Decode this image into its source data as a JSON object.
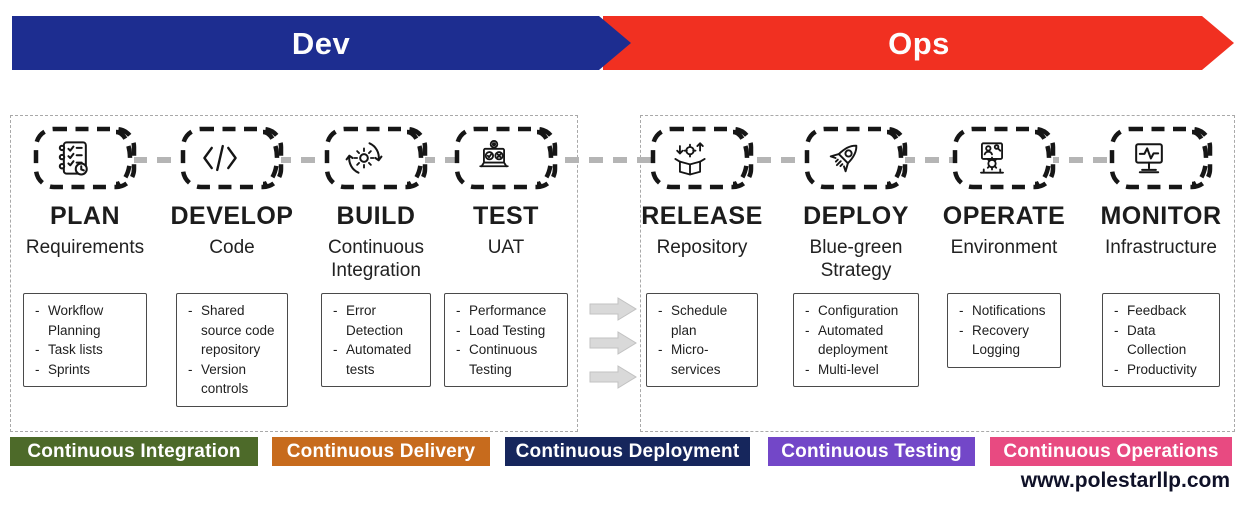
{
  "banner": {
    "dev_label": "Dev",
    "ops_label": "Ops",
    "dev_color": "#1d2d90",
    "ops_color": "#f13021"
  },
  "stages": [
    {
      "name": "PLAN",
      "subtitle": "Requirements",
      "icon": "checklist-icon",
      "bullets": [
        "Workflow Planning",
        "Task lists",
        "Sprints"
      ]
    },
    {
      "name": "DEVELOP",
      "subtitle": "Code",
      "icon": "code-icon",
      "bullets": [
        "Shared source code repository",
        "Version controls"
      ]
    },
    {
      "name": "BUILD",
      "subtitle": "Continuous Integration",
      "icon": "gear-cycle-icon",
      "bullets": [
        "Error Detection",
        "Automated tests"
      ]
    },
    {
      "name": "TEST",
      "subtitle": "UAT",
      "icon": "laptop-test-icon",
      "bullets": [
        "Performance",
        "Load Testing",
        "Continuous Testing"
      ]
    },
    {
      "name": "RELEASE",
      "subtitle": "Repository",
      "icon": "package-gear-icon",
      "bullets": [
        "Schedule plan",
        "Micro-services"
      ]
    },
    {
      "name": "DEPLOY",
      "subtitle": "Blue-green Strategy",
      "icon": "rocket-icon",
      "bullets": [
        "Configuration",
        "Automated deployment",
        "Multi-level"
      ]
    },
    {
      "name": "OPERATE",
      "subtitle": "Environment",
      "icon": "maintenance-icon",
      "bullets": [
        "Notifications",
        "Recovery Logging"
      ]
    },
    {
      "name": "MONITOR",
      "subtitle": "Infrastructure",
      "icon": "monitor-pulse-icon",
      "bullets": [
        "Feedback",
        "Data Collection",
        "Productivity"
      ]
    }
  ],
  "practices": [
    {
      "label": "Continuous Integration",
      "color": "#4d6a29"
    },
    {
      "label": "Continuous Delivery",
      "color": "#c76b1d"
    },
    {
      "label": "Continuous Deployment",
      "color": "#16265c"
    },
    {
      "label": "Continuous Testing",
      "color": "#7347c8"
    },
    {
      "label": "Continuous Operations",
      "color": "#e84a81"
    }
  ],
  "footer": {
    "website": "www.polestarllp.com"
  }
}
